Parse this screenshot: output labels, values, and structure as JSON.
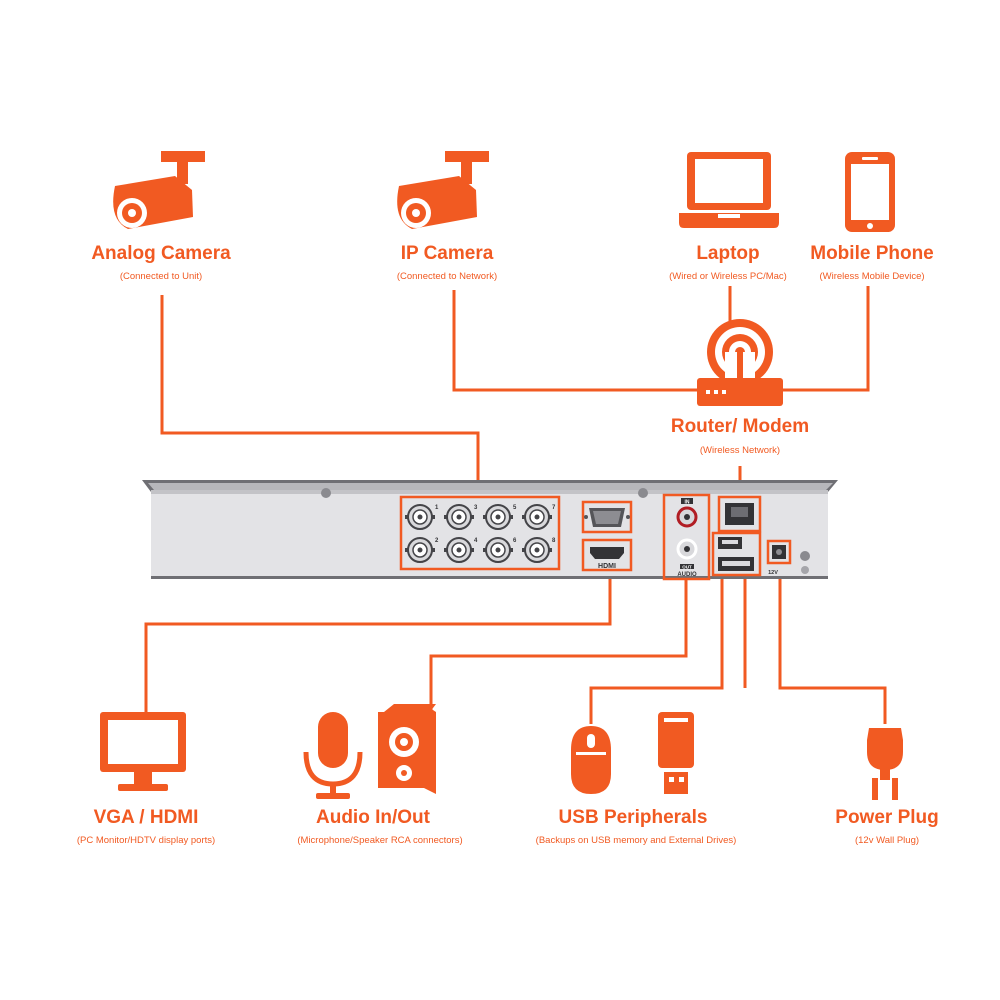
{
  "colors": {
    "accent": "#f15a22",
    "panel": "#c9c9cc",
    "panel_dark": "#6f6f74",
    "panel_inner": "#e6e6e8",
    "background": "#ffffff"
  },
  "devices": {
    "analog_camera": {
      "title": "Analog Camera",
      "subtitle": "(Connected to Unit)",
      "icon": "cctv-camera-icon"
    },
    "ip_camera": {
      "title": "IP Camera",
      "subtitle": "(Connected to Network)",
      "icon": "cctv-camera-icon"
    },
    "laptop": {
      "title": "Laptop",
      "subtitle": "(Wired or Wireless PC/Mac)",
      "icon": "laptop-icon"
    },
    "mobile_phone": {
      "title": "Mobile Phone",
      "subtitle": "(Wireless Mobile Device)",
      "icon": "smartphone-icon"
    },
    "router": {
      "title": "Router/ Modem",
      "subtitle": "(Wireless Network)",
      "icon": "wireless-router-icon"
    },
    "vga_hdmi": {
      "title": "VGA / HDMI",
      "subtitle": "(PC Monitor/HDTV display ports)",
      "icon": "monitor-icon"
    },
    "audio": {
      "title": "Audio In/Out",
      "subtitle": "(Microphone/Speaker RCA connectors)",
      "icon": "microphone-speaker-icon"
    },
    "usb": {
      "title": "USB Peripherals",
      "subtitle": "(Backups on USB memory and External Drives)",
      "icon": "mouse-usb-drive-icon"
    },
    "power": {
      "title": "Power Plug",
      "subtitle": "(12v Wall Plug)",
      "icon": "power-plug-icon"
    }
  },
  "dvr_panel": {
    "bnc_numbers": [
      "1",
      "3",
      "5",
      "7",
      "2",
      "4",
      "6",
      "8"
    ],
    "hdmi_label": "HDMI",
    "audio_in_label": "IN",
    "audio_out_label": "OUT",
    "audio_label": "AUDIO",
    "power_label": "12V"
  }
}
